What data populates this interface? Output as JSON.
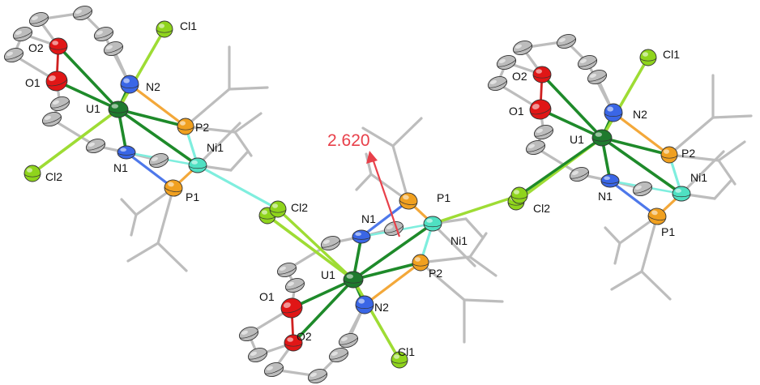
{
  "colors": {
    "background": "#ffffff",
    "U": "#1f7a2e",
    "Ni": "#4fe0c2",
    "P": "#f0a020",
    "N": "#3a66e6",
    "O": "#e01616",
    "Cl": "#8fd41c",
    "C": "#bcbcbc",
    "bond_grey": "#bdbdbd",
    "bond_U": "#1e8a2a",
    "bond_Ni": "#7feede",
    "bond_P": "#f3a83a",
    "bond_N": "#4e78ea",
    "bond_O": "#cf2020",
    "bond_Cl": "#9edc34",
    "annotation": "#e8404a"
  },
  "annotation": {
    "distance_label": "2.620"
  },
  "units": [
    {
      "labels": {
        "U": "U1",
        "Ni": "Ni1",
        "P1": "P1",
        "P2": "P2",
        "N1": "N1",
        "N2": "N2",
        "O1": "O1",
        "O2": "O2",
        "Cl1": "Cl1",
        "Cl2": "Cl2"
      }
    },
    {
      "labels": {
        "U": "U1",
        "Ni": "Ni1",
        "P1": "P1",
        "P2": "P2",
        "N1": "N1",
        "N2": "N2",
        "O1": "O1",
        "O2": "O2",
        "Cl1": "Cl1",
        "Cl2": "Cl2"
      }
    },
    {
      "labels": {
        "U": "U1",
        "Ni": "Ni1",
        "P1": "P1",
        "P2": "P2",
        "N1": "N1",
        "N2": "N2",
        "O1": "O1",
        "O2": "O2",
        "Cl1": "Cl1",
        "Cl2": "Cl2"
      }
    }
  ]
}
